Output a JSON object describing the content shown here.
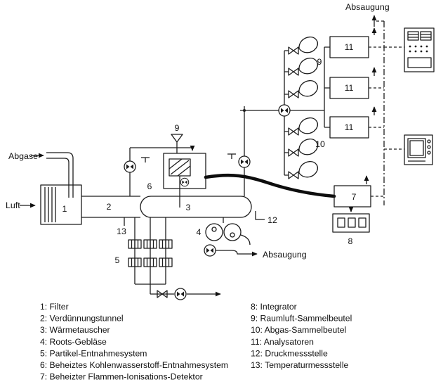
{
  "flow_labels": {
    "absaugung_top": "Absaugung",
    "absaugung_mid": "Absaugung",
    "abgase": "Abgase",
    "luft": "Luft"
  },
  "markers": {
    "m1": "1",
    "m2": "2",
    "m3": "3",
    "m4": "4",
    "m5": "5",
    "m6": "6",
    "m7": "7",
    "m8": "8",
    "m9_bags": "9",
    "m9_probe": "9",
    "m10": "10",
    "m11_top": "11",
    "m11_mid": "11",
    "m11_bottom": "11",
    "m12": "12",
    "m13": "13"
  },
  "legend": {
    "left": [
      "1: Filter",
      "2: Verdünnungstunnel",
      "3: Wärmetauscher",
      "4: Roots-Gebläse",
      "5: Partikel-Entnahmesystem",
      "6: Beheiztes Kohlenwasserstoff-Entnahmesystem",
      "7: Beheizter Flammen-Ionisations-Detektor"
    ],
    "right": [
      "8: Integrator",
      "9: Raumluft-Sammelbeutel",
      "10: Abgas-Sammelbeutel",
      "11: Analysatoren",
      "12: Druckmessstelle",
      "13: Temperaturmessstelle"
    ]
  },
  "colors": {
    "ink": "#1c1c1c",
    "background": "#ffffff"
  }
}
